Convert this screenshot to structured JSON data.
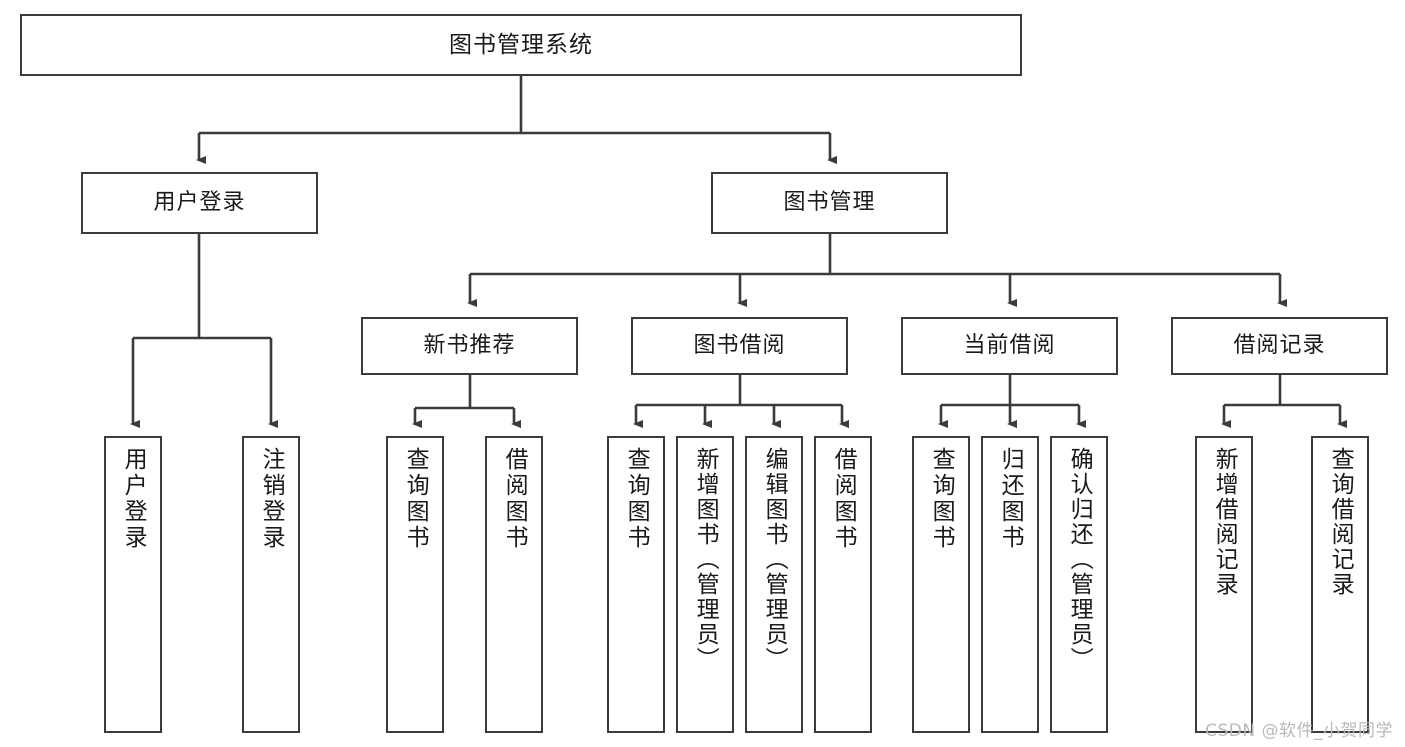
{
  "diagram": {
    "title": "图书管理系统",
    "type": "tree",
    "watermark": "CSDN @软件_小贺同学",
    "colors": {
      "stroke": "#3b3b3b",
      "fill": "#ffffff",
      "text": "#1a1a1a",
      "watermark": "#b9b9b9"
    },
    "nodes": {
      "root": {
        "label": "图书管理系统"
      },
      "level2": [
        {
          "id": "user-login",
          "label": "用户登录"
        },
        {
          "id": "book-manage",
          "label": "图书管理"
        }
      ],
      "level3": [
        {
          "id": "new-book-rec",
          "label": "新书推荐"
        },
        {
          "id": "book-borrow",
          "label": "图书借阅"
        },
        {
          "id": "current-borrow",
          "label": "当前借阅"
        },
        {
          "id": "borrow-record",
          "label": "借阅记录"
        }
      ],
      "leaves": {
        "user-login": [
          {
            "id": "leaf-user-login",
            "label": "用户登录"
          },
          {
            "id": "leaf-logout",
            "label": "注销登录"
          }
        ],
        "new-book-rec": [
          {
            "id": "leaf-query-book-1",
            "label": "查询图书"
          },
          {
            "id": "leaf-borrow-book-1",
            "label": "借阅图书"
          }
        ],
        "book-borrow": [
          {
            "id": "leaf-query-book-2",
            "label": "查询图书"
          },
          {
            "id": "leaf-add-book",
            "label": "新增图书（管理员）"
          },
          {
            "id": "leaf-edit-book",
            "label": "编辑图书（管理员）"
          },
          {
            "id": "leaf-borrow-book-2",
            "label": "借阅图书"
          }
        ],
        "current-borrow": [
          {
            "id": "leaf-query-book-3",
            "label": "查询图书"
          },
          {
            "id": "leaf-return-book",
            "label": "归还图书"
          },
          {
            "id": "leaf-confirm-return",
            "label": "确认归还（管理员）"
          }
        ],
        "borrow-record": [
          {
            "id": "leaf-add-record",
            "label": "新增借阅记录"
          },
          {
            "id": "leaf-query-record",
            "label": "查询借阅记录"
          }
        ]
      }
    }
  }
}
